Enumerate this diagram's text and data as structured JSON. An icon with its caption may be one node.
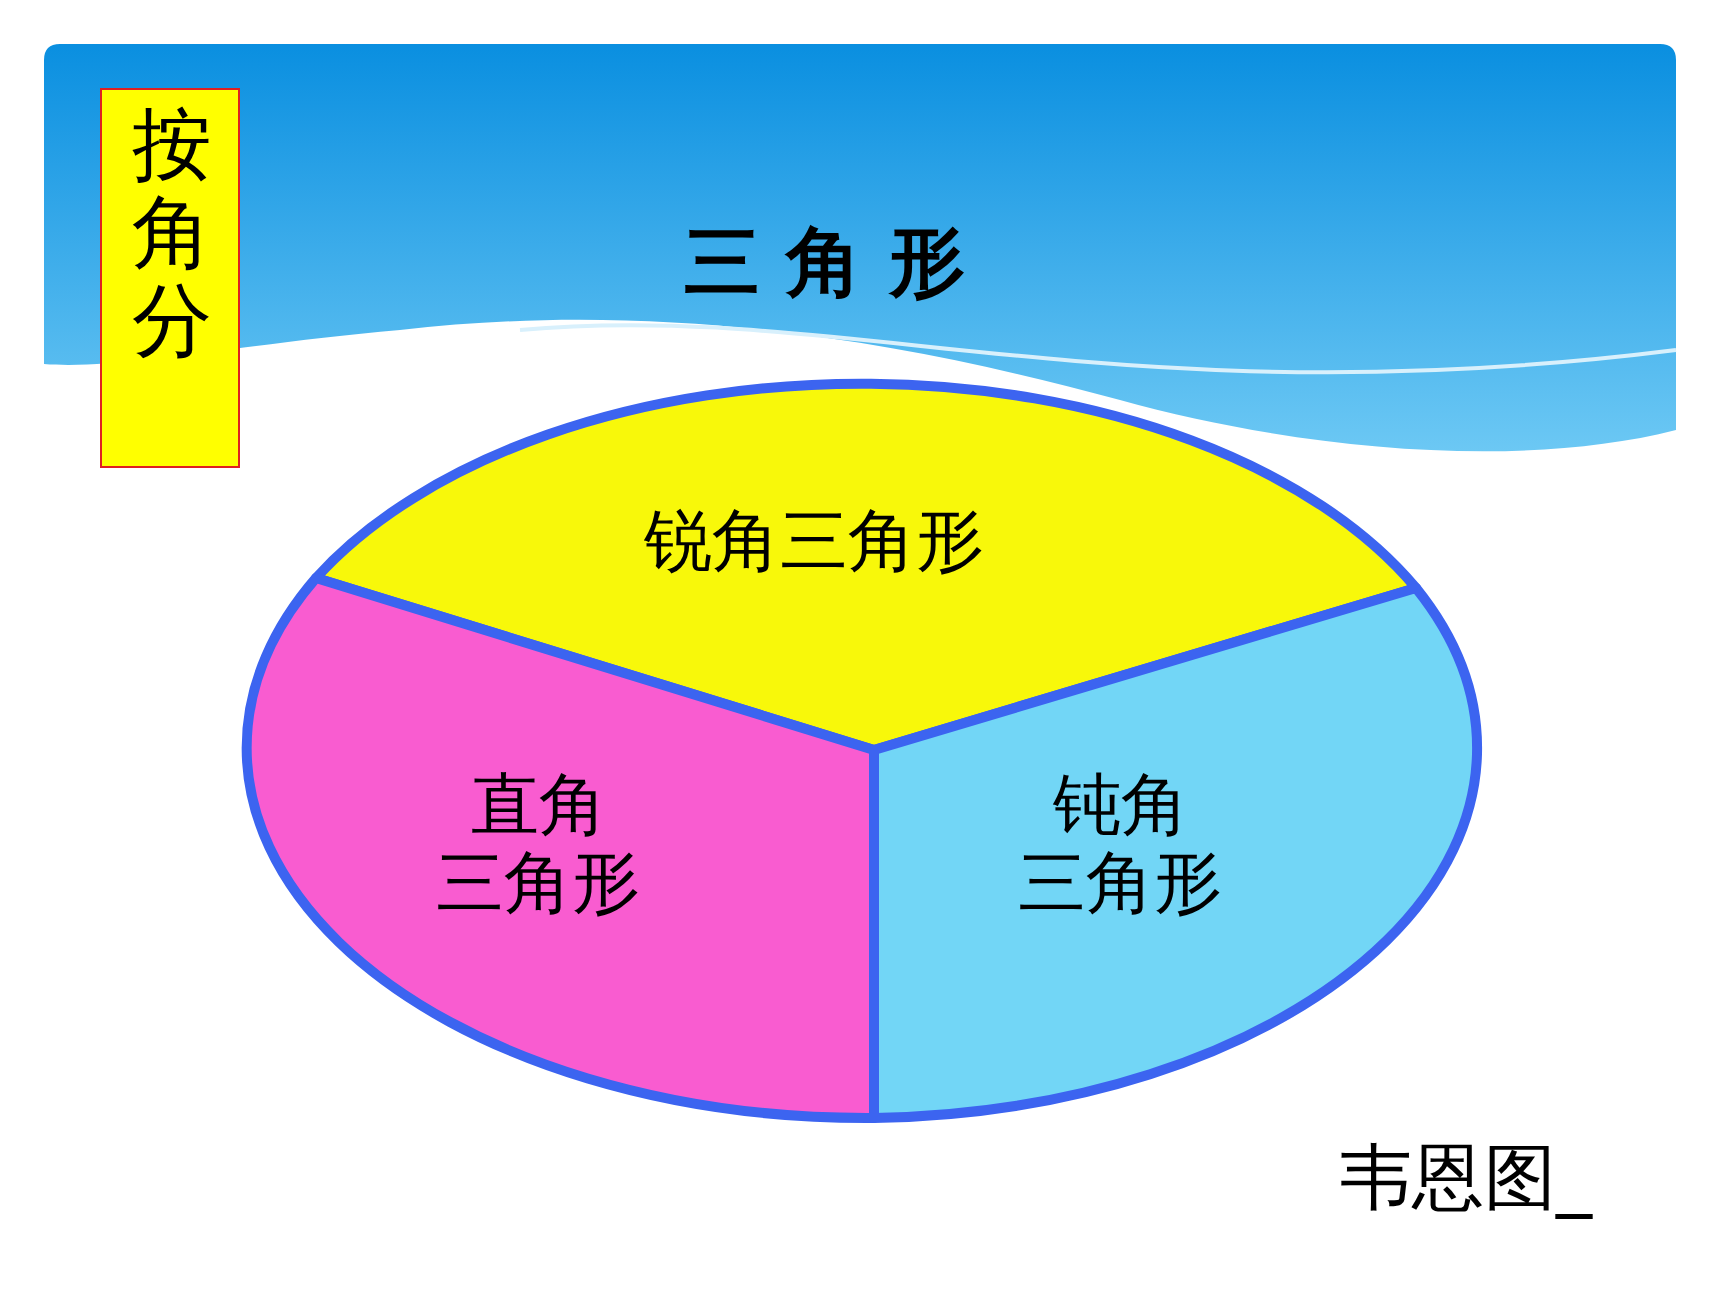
{
  "diagram": {
    "title": "三 角 形",
    "nodes": [
      {
        "text": [
          "按角分"
        ]
      },
      {
        "text": [
          "锐角三角形"
        ]
      },
      {
        "text": [
          "直角三角形"
        ]
      },
      {
        "text": [
          "钝角三角形"
        ]
      }
    ],
    "labels": [
      "韦恩图_"
    ]
  }
}
